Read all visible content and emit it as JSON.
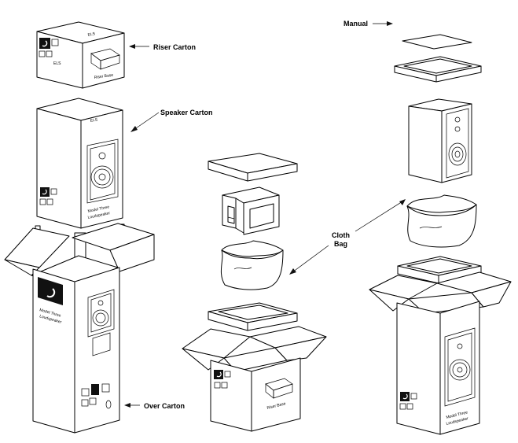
{
  "labels": {
    "riser_carton": "Riser Carton",
    "speaker_carton": "Speaker Carton",
    "over_carton": "Over Carton",
    "manual": "Manual",
    "cloth_bag_line1": "Cloth",
    "cloth_bag_line2": "Bag"
  },
  "box_print": {
    "logo": "ELS",
    "riser_base": "Riser Base",
    "model_line1": "Model Three",
    "model_line2": "Loudspeaker"
  },
  "colors": {
    "ink": "#000000",
    "paper": "#ffffff"
  }
}
